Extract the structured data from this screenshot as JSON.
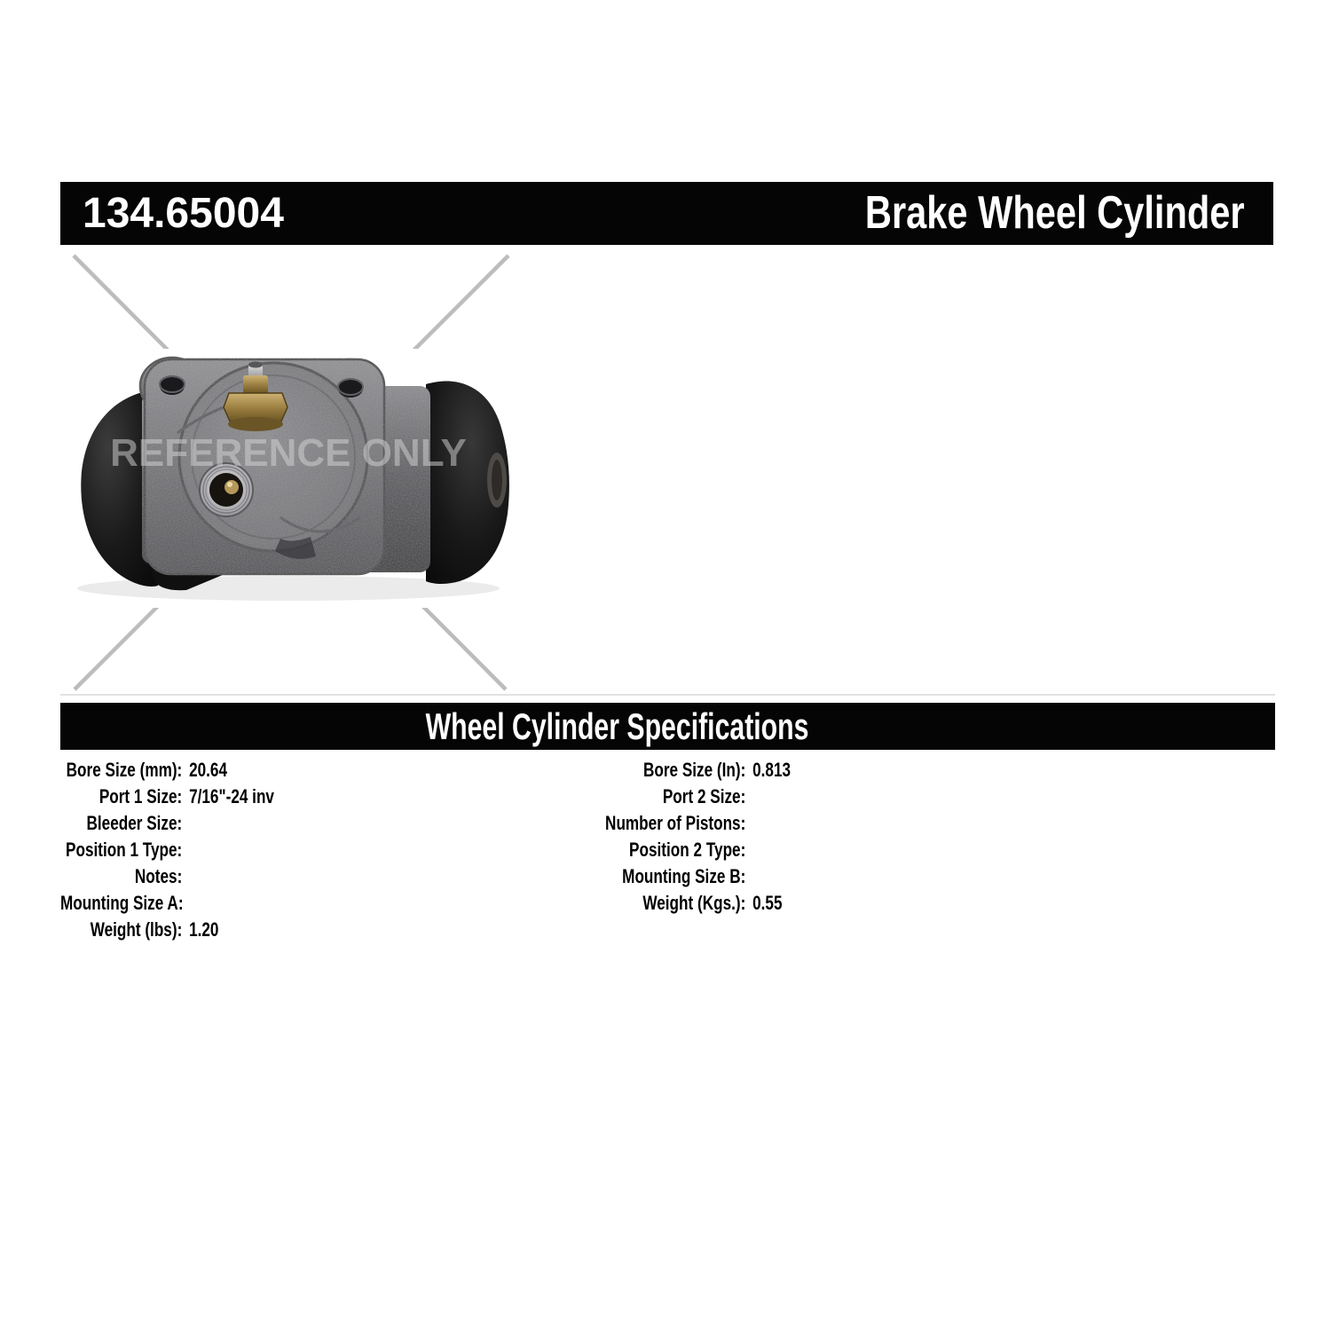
{
  "header": {
    "part_number": "134.65004",
    "product_title": "Brake Wheel Cylinder"
  },
  "photo": {
    "watermark": "REFERENCE ONLY",
    "description_icon": "brake-wheel-cylinder-photo"
  },
  "specs": {
    "title": "Wheel Cylinder Specifications",
    "left": [
      {
        "label": "Bore Size (mm):",
        "value": "20.64"
      },
      {
        "label": "Port 1 Size:",
        "value": "7/16\"-24 inv"
      },
      {
        "label": "Bleeder Size:",
        "value": ""
      },
      {
        "label": "Position 1 Type:",
        "value": ""
      },
      {
        "label": "Notes:",
        "value": ""
      },
      {
        "label": "Mounting Size A:",
        "value": ""
      },
      {
        "label": "Weight (lbs):",
        "value": "1.20"
      }
    ],
    "right": [
      {
        "label": "Bore Size (In):",
        "value": "0.813"
      },
      {
        "label": "Port 2 Size:",
        "value": ""
      },
      {
        "label": "Number of Pistons:",
        "value": ""
      },
      {
        "label": "Position 2 Type:",
        "value": ""
      },
      {
        "label": "Mounting Size B:",
        "value": ""
      },
      {
        "label": "Weight (Kgs.):",
        "value": "0.55"
      }
    ]
  },
  "colors": {
    "bar_background": "#050505",
    "bar_text": "#ffffff",
    "body_text": "#000000",
    "reference_cross_line": "#bcbcbc",
    "watermark": "#d6d6d6",
    "boot_rubber": "#141414",
    "cast_iron": "#76767a",
    "brass_fitting": "#a98f4e"
  }
}
